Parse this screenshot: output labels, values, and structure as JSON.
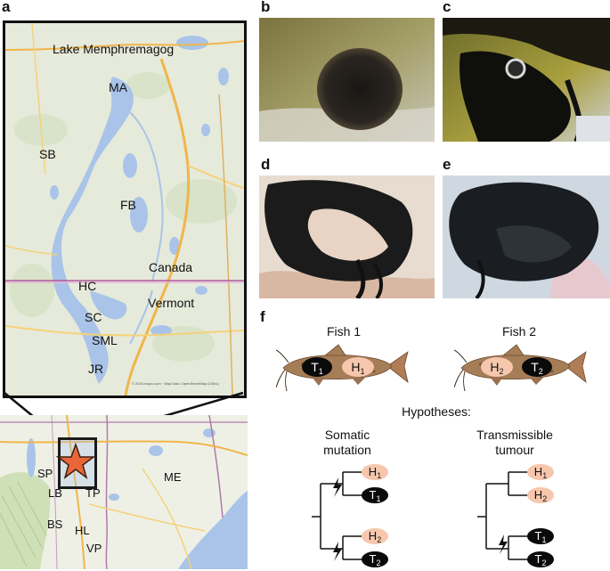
{
  "panels": {
    "a": "a",
    "b": "b",
    "c": "c",
    "d": "d",
    "e": "e",
    "f": "f"
  },
  "map_inset": {
    "places": {
      "lake": "Lake Memphremagog",
      "ma": "MA",
      "sb": "SB",
      "fb": "FB",
      "canada": "Canada",
      "hc": "HC",
      "vermont": "Vermont",
      "sc": "SC",
      "sml": "SML",
      "jr": "JR"
    },
    "attribution": "© 2024 mapo.com · Map Data: OpenStreetMap (ODbL)"
  },
  "map_region": {
    "places": {
      "sp": "SP",
      "lb": "LB",
      "tp": "TP",
      "me": "ME",
      "bs": "BS",
      "hl": "HL",
      "vp": "VP"
    }
  },
  "panel_f": {
    "fish1_title": "Fish 1",
    "fish2_title": "Fish 2",
    "fish1_tumour": {
      "letter": "T",
      "sub": "1"
    },
    "fish1_healthy": {
      "letter": "H",
      "sub": "1"
    },
    "fish2_healthy": {
      "letter": "H",
      "sub": "2"
    },
    "fish2_tumour": {
      "letter": "T",
      "sub": "2"
    },
    "hypotheses_title": "Hypotheses:",
    "hyp1_line1": "Somatic",
    "hyp1_line2": "mutation",
    "hyp2_line1": "Transmissible",
    "hyp2_line2": "tumour",
    "tree1_tips": [
      {
        "letter": "H",
        "sub": "1"
      },
      {
        "letter": "T",
        "sub": "1"
      },
      {
        "letter": "H",
        "sub": "2"
      },
      {
        "letter": "T",
        "sub": "2"
      }
    ],
    "tree2_tips": [
      {
        "letter": "H",
        "sub": "1"
      },
      {
        "letter": "H",
        "sub": "2"
      },
      {
        "letter": "T",
        "sub": "1"
      },
      {
        "letter": "T",
        "sub": "2"
      }
    ]
  },
  "colors": {
    "healthy": "#f6c7ad",
    "tumour": "#0a0a0a",
    "water": "#a9c4e8",
    "land": "#e9ecdf",
    "star": "#e8663a"
  }
}
